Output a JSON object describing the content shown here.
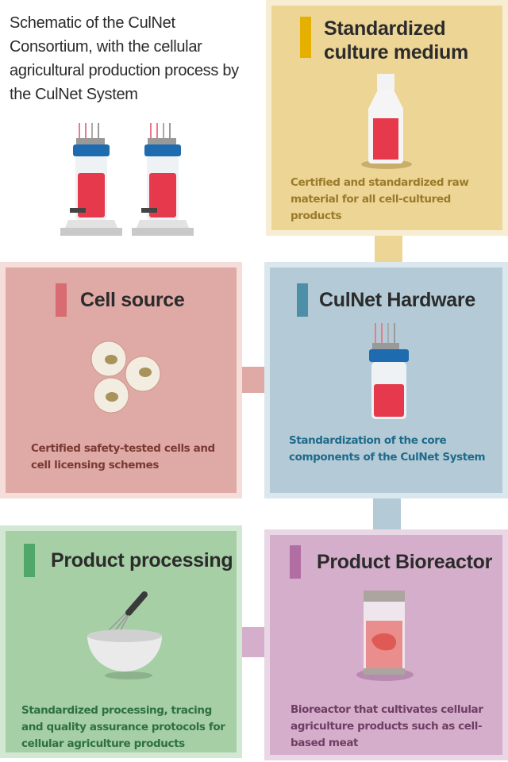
{
  "title": "Schematic of the CulNet Consortium, with the cellular agricultural production process by the CulNet System",
  "colors": {
    "medium": "#edd596",
    "cell": "#dfa9a5",
    "hardware": "#b4cbd7",
    "processing": "#a6cfa6",
    "bioreactor": "#d5aecb"
  },
  "boxes": {
    "medium": {
      "heading": "Standardized culture medium",
      "description": "Certified and standardized raw material for all cell-cultured products",
      "icon": "bottle-icon"
    },
    "cell": {
      "heading": "Cell source",
      "description": "Certified safety-tested cells and cell licensing schemes",
      "icon": "cells-icon"
    },
    "hardware": {
      "heading": "CulNet Hardware",
      "description": "Standardization of the core components of the CulNet System",
      "icon": "bioreactor-vessel-icon"
    },
    "processing": {
      "heading": "Product processing",
      "description": "Standardized processing, tracing and quality assurance protocols for cellular agriculture products",
      "icon": "whisk-bowl-icon"
    },
    "bioreactor": {
      "heading": "Product Bioreactor",
      "description": "Bioreactor that cultivates cellular agriculture products such as cell-based meat",
      "icon": "meat-container-icon"
    }
  }
}
